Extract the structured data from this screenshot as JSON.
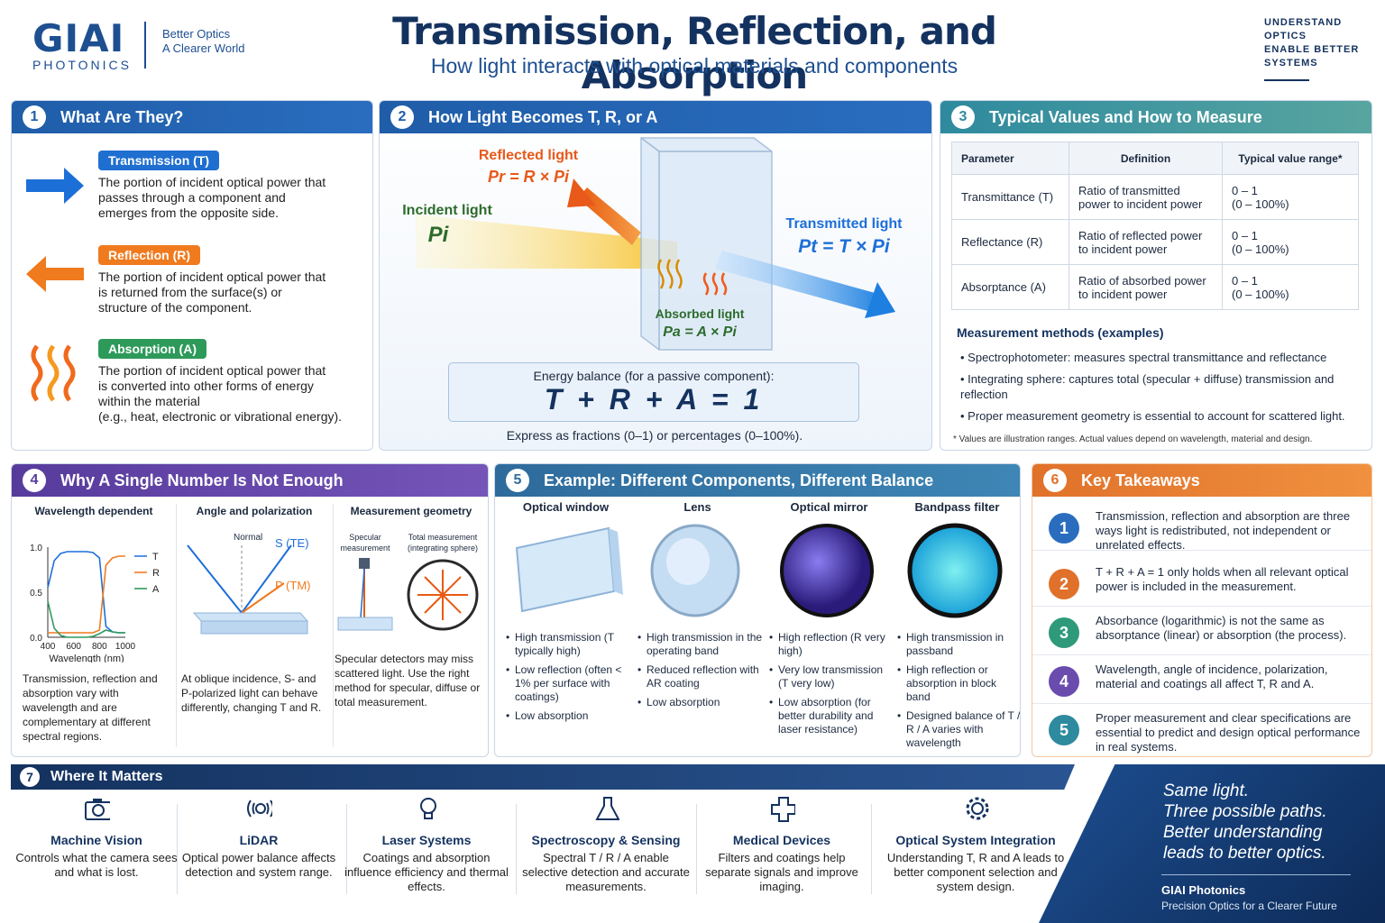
{
  "header": {
    "logo": "GIAI",
    "logo_sub": "PHOTONICS",
    "tagline1": "Better Optics",
    "tagline2": "A Clearer World",
    "title": "Transmission, Reflection, and Absorption",
    "subtitle": "How light interacts with optical materials and components",
    "right_line1": "UNDERSTAND",
    "right_line2": "OPTICS",
    "right_line3": "ENABLE BETTER",
    "right_line4": "SYSTEMS"
  },
  "p1": {
    "num": "1",
    "title": "What Are They?",
    "t_tag": "Transmission (T)",
    "t_desc": "The portion of incident optical power that passes through a component and emerges from the opposite side.",
    "r_tag": "Reflection (R)",
    "r_desc": "The portion of incident optical power that is returned from the surface(s) or structure of the component.",
    "a_tag": "Absorption (A)",
    "a_desc1": "The portion of incident optical power that is converted into other forms of energy within the material",
    "a_desc2": "(e.g., heat, electronic or vibrational energy)."
  },
  "p2": {
    "num": "2",
    "title": "How Light Becomes T, R, or A",
    "reflected": "Reflected light",
    "reflected_eq": "Pr = R × Pi",
    "incident": "Incident light",
    "incident_sym": "Pi",
    "transmitted": "Transmitted light",
    "transmitted_eq": "Pt = T × Pi",
    "absorbed": "Absorbed light",
    "absorbed_eq": "Pa = A × Pi",
    "balance_label": "Energy balance (for a passive component):",
    "balance_eq": "T + R + A = 1",
    "express": "Express as fractions (0–1) or percentages (0–100%)."
  },
  "p3": {
    "num": "3",
    "title": "Typical  Values and How to Measure",
    "headers": [
      "Parameter",
      "Definition",
      "Typical value range*"
    ],
    "rows": [
      {
        "param": "Transmittance (T)",
        "def": "Ratio of transmitted power to incident power",
        "range1": "0 – 1",
        "range2": "(0 – 100%)"
      },
      {
        "param": "Reflectance (R)",
        "def": "Ratio of reflected power to incident power",
        "range1": "0 – 1",
        "range2": "(0 – 100%)"
      },
      {
        "param": "Absorptance (A)",
        "def": "Ratio of absorbed power to incident power",
        "range1": "0 – 1",
        "range2": "(0 – 100%)"
      }
    ],
    "methods_title": "Measurement methods (examples)",
    "m1": "Spectrophotometer:  measures spectral transmittance and reflectance",
    "m2": "Integrating sphere: captures total (specular + diffuse) transmission and reflection",
    "m3": "Proper measurement geometry is essential to account for scattered light.",
    "footnote": "* Values are illustration ranges. Actual values depend on wavelength, material and design."
  },
  "p4": {
    "num": "4",
    "title": "Why A Single Number Is Not Enough",
    "c1_title": "Wavelength dependent",
    "c1_desc": "Transmission, reflection and absorption vary with wavelength and are complementary at different spectral regions.",
    "c2_title": "Angle and polarization",
    "c2_normal": "Normal",
    "c2_s": "S (TE)",
    "c2_p": "P (TM)",
    "c2_desc": "At oblique incidence, S- and P-polarized light can behave differently, changing T and R.",
    "c3_title": "Measurement geometry",
    "c3_spec": "Specular measurement",
    "c3_total": "Total measurement (integrating sphere)",
    "c3_desc": "Specular detectors may miss scattered light. Use the right method for specular, diffuse or total measurement."
  },
  "chart_data": {
    "type": "line",
    "title": "",
    "xlabel": "Wavelength (nm)",
    "ylabel": "",
    "xlim": [
      400,
      1000
    ],
    "ylim": [
      0,
      1.0
    ],
    "x_ticks": [
      "400",
      "600",
      "800",
      "1000"
    ],
    "y_ticks": [
      "1.0",
      "0.5",
      "0.0"
    ],
    "x": [
      400,
      450,
      500,
      550,
      600,
      650,
      700,
      750,
      800,
      850,
      900,
      950,
      1000
    ],
    "series": [
      {
        "name": "T",
        "values": [
          0.55,
          0.85,
          0.93,
          0.95,
          0.95,
          0.95,
          0.95,
          0.94,
          0.88,
          0.12,
          0.06,
          0.05,
          0.05
        ]
      },
      {
        "name": "R",
        "values": [
          0.05,
          0.05,
          0.05,
          0.05,
          0.05,
          0.05,
          0.05,
          0.05,
          0.08,
          0.8,
          0.88,
          0.9,
          0.9
        ]
      },
      {
        "name": "A",
        "values": [
          0.4,
          0.1,
          0.02,
          0.0,
          0.0,
          0.0,
          0.0,
          0.01,
          0.04,
          0.08,
          0.06,
          0.05,
          0.05
        ]
      }
    ],
    "legend": "right",
    "grid": false
  },
  "p5": {
    "num": "5",
    "title": "Example: Different Components, Different Balance",
    "cols": [
      {
        "title": "Optical window",
        "items": [
          "High transmission (T typically high)",
          "Low reflection (often < 1% per surface with coatings)",
          "Low absorption"
        ]
      },
      {
        "title": "Lens",
        "items": [
          "High transmission in the operating band",
          "Reduced reflection with AR coating",
          "Low absorption"
        ]
      },
      {
        "title": "Optical mirror",
        "items": [
          "High reflection (R very high)",
          "Very low transmission (T very low)",
          "Low absorption (for better durability and laser resistance)"
        ]
      },
      {
        "title": "Bandpass filter",
        "items": [
          "High transmission in passband",
          "High reflection or absorption in block band",
          "Designed balance of T / R / A varies with wavelength"
        ]
      }
    ]
  },
  "p6": {
    "num": "6",
    "title": "Key Takeaways",
    "items": [
      {
        "n": "1",
        "text": "Transmission, reflection and absorption are three ways light is redistributed, not independent or unrelated effects.",
        "color": "#2a6dbf"
      },
      {
        "n": "2",
        "text": "T + R + A = 1 only holds when all relevant optical power is included in the measurement.",
        "color": "#e0712a"
      },
      {
        "n": "3",
        "text": "Absorbance (logarithmic) is not the same as absorptance (linear) or absorption (the process).",
        "color": "#2e9a7a"
      },
      {
        "n": "4",
        "text": "Wavelength, angle of incidence, polarization, material and coatings all affect T, R and A.",
        "color": "#6a4cae"
      },
      {
        "n": "5",
        "text": "Proper measurement and clear specifications are essential to predict and design optical performance in real systems.",
        "color": "#2e8a9e"
      }
    ]
  },
  "p7": {
    "num": "7",
    "title": "Where It Matters",
    "items": [
      {
        "title": "Machine Vision",
        "desc": "Controls what the camera sees and what is lost.",
        "icon": "camera-icon"
      },
      {
        "title": "LiDAR",
        "desc": "Optical power balance affects detection and system range.",
        "icon": "lidar-icon"
      },
      {
        "title": "Laser Systems",
        "desc": "Coatings and absorption influence efficiency and thermal effects.",
        "icon": "bulb-icon"
      },
      {
        "title": "Spectroscopy & Sensing",
        "desc": "Spectral T / R / A enable selective detection and accurate measurements.",
        "icon": "flask-icon"
      },
      {
        "title": "Medical Devices",
        "desc": "Filters and coatings help separate signals and improve imaging.",
        "icon": "medical-cross-icon"
      },
      {
        "title": "Optical System Integration",
        "desc": "Understanding T, R and A leads to better component selection and system design.",
        "icon": "gear-icon"
      }
    ]
  },
  "footer": {
    "slogan1": "Same light.",
    "slogan2": "Three possible paths.",
    "slogan3": "Better understanding",
    "slogan4": "leads to better optics.",
    "brand": "GIAI Photonics",
    "brand_sub": "Precision Optics for a Clearer Future"
  },
  "colors": {
    "navy": "#14325f",
    "blue": "#2a6dbf",
    "orange": "#e0712a",
    "green": "#2e9a7a",
    "purple": "#6a4cae"
  }
}
